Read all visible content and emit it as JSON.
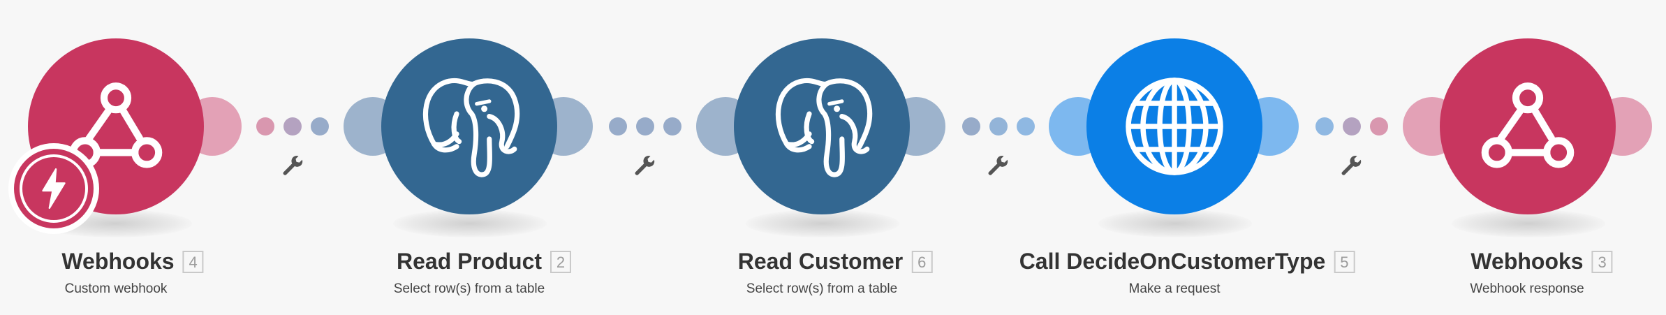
{
  "colors": {
    "webhooks": "#c8365f",
    "webhooks_handle": "#e3a1b6",
    "postgres": "#336791",
    "postgres_handle": "#9db3cc",
    "http": "#0b7fe6",
    "http_handle": "#7db8ef",
    "dot_pink": "#d997af",
    "dot_mauve": "#b4a2c0",
    "dot_slate": "#97abc9",
    "dot_blue": "#8fb8e2",
    "wrench": "#555555"
  },
  "modules": [
    {
      "title": "Webhooks",
      "badge": "4",
      "subtitle": "Custom webhook",
      "icon": "webhook-icon",
      "trigger_icon": "instant-trigger-icon"
    },
    {
      "title": "Read Product",
      "badge": "2",
      "subtitle": "Select row(s) from a table",
      "icon": "postgres-elephant-icon"
    },
    {
      "title": "Read Customer",
      "badge": "6",
      "subtitle": "Select row(s) from a table",
      "icon": "postgres-elephant-icon"
    },
    {
      "title": "Call DecideOnCustomerType",
      "badge": "5",
      "subtitle": "Make a request",
      "icon": "globe-icon"
    },
    {
      "title": "Webhooks",
      "badge": "3",
      "subtitle": "Webhook response",
      "icon": "webhook-icon"
    }
  ],
  "connectors": [
    {
      "icon": "wrench-icon"
    },
    {
      "icon": "wrench-icon"
    },
    {
      "icon": "wrench-icon"
    },
    {
      "icon": "wrench-icon"
    }
  ]
}
